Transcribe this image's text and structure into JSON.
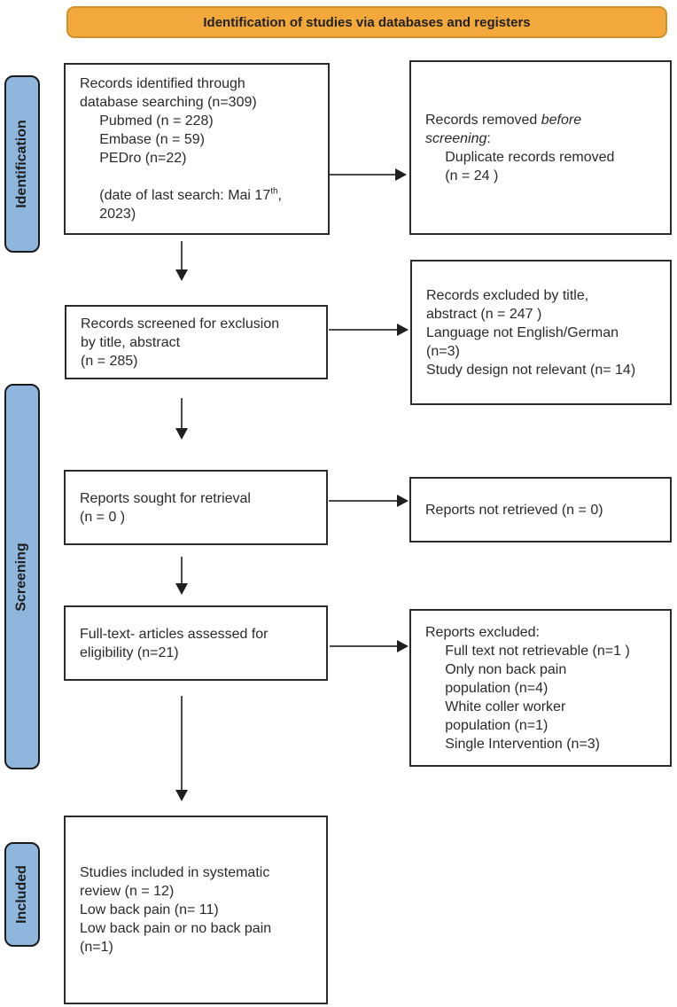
{
  "banner": {
    "label": "Identification of studies via databases and registers"
  },
  "colors": {
    "background": "#FFFFFF",
    "banner_fill": "#F3A83B",
    "banner_border": "#D0902C",
    "stage_fill": "#8FB6DD",
    "stage_border": "#1A1A1A",
    "box_border": "#2B2B2B",
    "text": "#2A2A2A",
    "arrow_line": "#4A4A4A",
    "arrow_head": "#1F1F1F"
  },
  "stages": [
    {
      "label": "Identification"
    },
    {
      "label": "Screening"
    },
    {
      "label": "Included"
    }
  ],
  "boxes": {
    "identified": {
      "lines": [
        "Records identified through",
        "database searching (n=309)",
        "     Pubmed (n = 228)",
        "     Embase (n = 59)",
        "     PEDro (n=22)",
        "",
        "     (date of last search: Mai 17^th^,",
        "     2023)"
      ]
    },
    "removed_before": {
      "lines": [
        "Records removed *before*",
        "*screening*:",
        "     Duplicate records removed",
        "     (n = 24 )"
      ]
    },
    "screened": {
      "lines": [
        "Records screened for exclusion",
        "by title, abstract",
        "(n = 285)"
      ]
    },
    "excluded_title": {
      "lines": [
        "Records excluded by title,",
        "abstract (n = 247 )",
        "Language not English/German",
        "(n=3)",
        "Study design not relevant (n= 14)"
      ]
    },
    "sought": {
      "lines": [
        "Reports sought for retrieval",
        "(n = 0 )"
      ]
    },
    "not_retrieved": {
      "lines": [
        "Reports not retrieved (n = 0)"
      ]
    },
    "fulltext": {
      "lines": [
        "Full-text- articles assessed for",
        "eligibility (n=21)"
      ]
    },
    "reports_excluded": {
      "lines": [
        "Reports excluded:",
        "     Full text not retrievable (n=1 )",
        "     Only non back pain",
        "     population (n=4)",
        "     White coller worker",
        "     population (n=1)",
        "     Single Intervention (n=3)"
      ]
    },
    "included_studies": {
      "lines": [
        "Studies included in systematic",
        "review (n = 12)",
        "Low back pain (n= 11)",
        "Low back pain or no back pain",
        "(n=1)"
      ]
    }
  }
}
